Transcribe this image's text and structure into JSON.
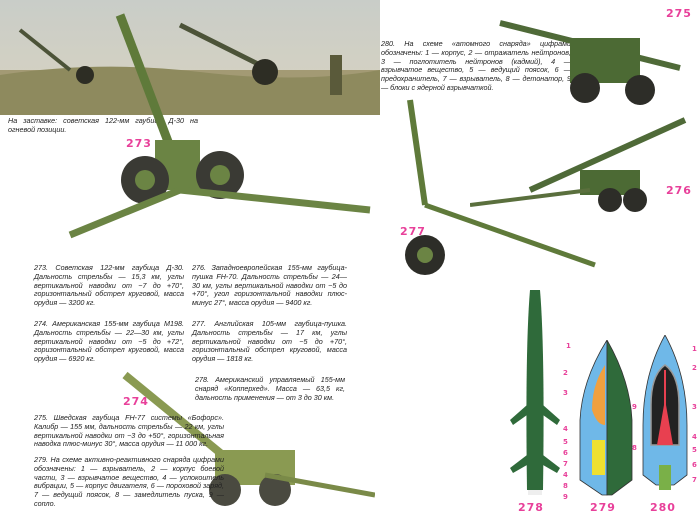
{
  "cover_caption": "На заставке: советская 122-мм гаубица Д-30 на огневой позиции.",
  "figure_numbers": {
    "f273": "273",
    "f274": "274",
    "f275": "275",
    "f276": "276",
    "f277": "277",
    "f278": "278",
    "f279": "279",
    "f280": "280"
  },
  "captions": {
    "c280": "280. На схеме «атомного снаряда» цифрами обозначены: 1 — корпус, 2 — отражатель нейтронов, 3 — поглотитель нейтронов (кадмий), 4 — взрывчатое вещество, 5 — ведущий поясок, 6 — предохранитель, 7 — взрыватель, 8 — детонатор, 9 — блоки с ядерной взрывчаткой.",
    "c273": "273. Советская 122-мм гаубица Д-30. Дальность стрельбы — 15,3 км, углы вертикальной наводки от −7 до +70°, горизонтальный обстрел круговой, масса орудия — 3200 кг.",
    "c276": "276. Западноевропейская 155-мм гаубица-пушка FH-70. Дальность стрельбы — 24—30 км, углы вертикальной наводки от −5 до +70°, угол горизонтальной наводки плюс-минус 27°, масса орудия — 9400 кг.",
    "c274": "274. Американская 155-мм гаубица M198. Дальность стрельбы — 22—30 км, углы вертикальной наводки от −5 до +72°, горизонтальный обстрел круговой, масса орудия — 6920 кг.",
    "c277": "277. Английская 105-мм гаубица-пушка. Дальность стрельбы — 17 км, углы вертикальной наводки от −5 до +70°, горизонтальный обстрел круговой, масса орудия — 1818 кг.",
    "c278": "278. Американский управляемый 155-мм снаряд «Копперхед». Масса — 63,5 кг, дальность применения — от 3 до 30 км.",
    "c275": "275. Шведская гаубица FH-77 системы «Бофорс». Калибр — 155 мм, дальность стрельбы — 22 км, углы вертикальной наводки от −3 до +50°, горизонтальная наводка плюс-минус 30°, масса орудия — 11 000 кг.",
    "c279": "279. На схеме активно-реактивного снаряда цифрами обозначены: 1 — взрыватель, 2 — корпус боевой части, 3 — взрывчатое вещество, 4 — успокоитель вибрации, 5 — корпус двигателя, 6 — пороховой заряд, 7 — ведущий поясок, 8 — замедлитель пуска, 9 — сопло."
  },
  "labels_279": [
    "1",
    "2",
    "3",
    "4",
    "5",
    "6",
    "7",
    "4",
    "8",
    "9"
  ],
  "labels_280": [
    "1",
    "2",
    "9",
    "3",
    "4",
    "8",
    "5",
    "6",
    "7"
  ]
}
